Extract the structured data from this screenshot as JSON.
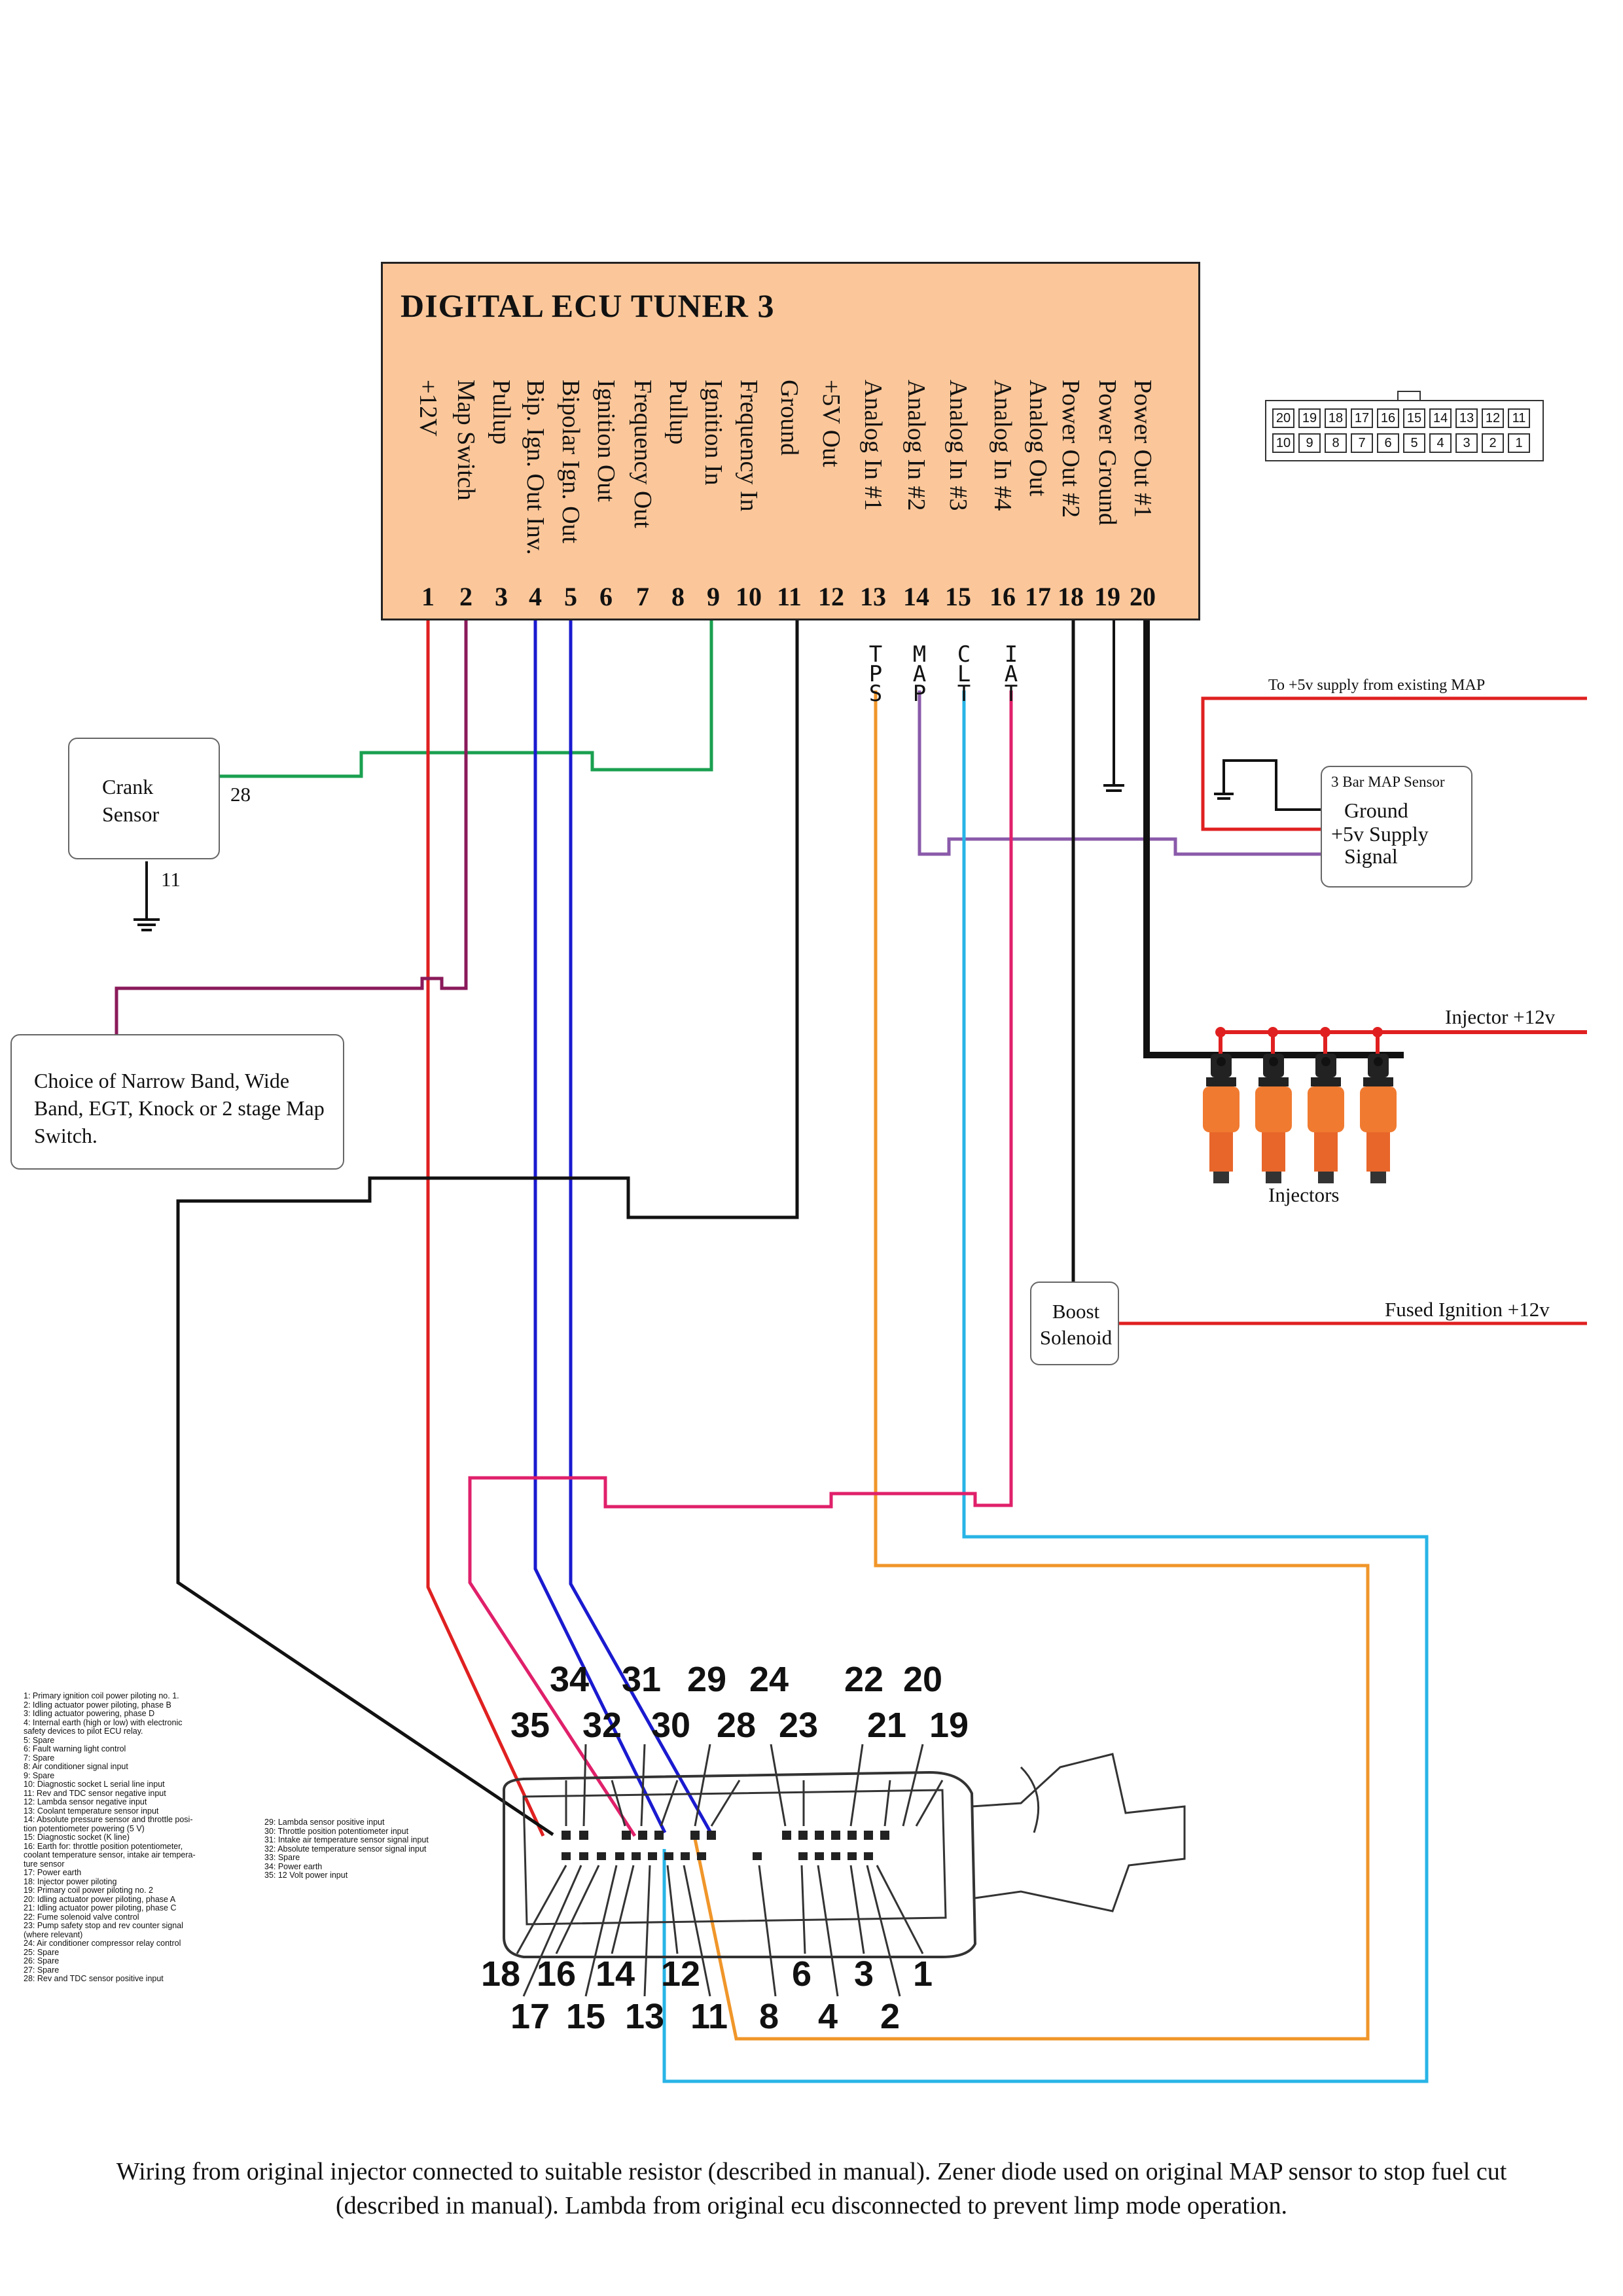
{
  "ecu": {
    "title": "DIGITAL ECU TUNER 3",
    "pins": [
      {
        "num": "1",
        "label": "+12V"
      },
      {
        "num": "2",
        "label": "Map Switch"
      },
      {
        "num": "3",
        "label": "Pullup"
      },
      {
        "num": "4",
        "label": "Bip. Ign. Out Inv."
      },
      {
        "num": "5",
        "label": "Bipolar Ign. Out"
      },
      {
        "num": "6",
        "label": "Ignition Out"
      },
      {
        "num": "7",
        "label": "Frequency Out"
      },
      {
        "num": "8",
        "label": "Pullup"
      },
      {
        "num": "9",
        "label": "Ignition In"
      },
      {
        "num": "10",
        "label": "Frequency In"
      },
      {
        "num": "11",
        "label": "Ground"
      },
      {
        "num": "12",
        "label": "+5V Out"
      },
      {
        "num": "13",
        "label": "Analog In #1"
      },
      {
        "num": "14",
        "label": "Analog In #2"
      },
      {
        "num": "15",
        "label": "Analog In #3"
      },
      {
        "num": "16",
        "label": "Analog In #4"
      },
      {
        "num": "17",
        "label": "Analog Out"
      },
      {
        "num": "18",
        "label": "Power Out #2"
      },
      {
        "num": "19",
        "label": "Power Ground"
      },
      {
        "num": "20",
        "label": "Power Out #1"
      }
    ],
    "sensor_tags": [
      "TPS",
      "MAP",
      "CLT",
      "IAT"
    ]
  },
  "connector_grid": {
    "top_row": [
      "20",
      "19",
      "18",
      "17",
      "16",
      "15",
      "14",
      "13",
      "12",
      "11"
    ],
    "bottom_row": [
      "10",
      "9",
      "8",
      "7",
      "6",
      "5",
      "4",
      "3",
      "2",
      "1"
    ]
  },
  "crank_sensor": {
    "label": "Crank Sensor",
    "wire_28": "28",
    "wire_11": "11"
  },
  "map_sensor": {
    "title": "3 Bar MAP Sensor",
    "ground": "Ground",
    "supply": "+5v Supply",
    "signal": "Signal",
    "supply_note": "To +5v supply from existing MAP"
  },
  "choice_box": {
    "text": "Choice of Narrow Band, Wide Band, EGT, Knock or 2 stage Map Switch."
  },
  "injectors": {
    "label": "Injectors",
    "supply": "Injector +12v"
  },
  "boost": {
    "label": "Boost Solenoid",
    "supply": "Fused Ignition +12v"
  },
  "plug_numbers": {
    "top1": [
      "34",
      "31",
      "29",
      "24",
      "22",
      "20"
    ],
    "top2": [
      "35",
      "32",
      "30",
      "28",
      "23",
      "21",
      "19"
    ],
    "bot1": [
      "18",
      "16",
      "14",
      "12",
      "6",
      "3",
      "1"
    ],
    "bot2": [
      "17",
      "15",
      "13",
      "11",
      "8",
      "4",
      "2"
    ]
  },
  "legend_left": [
    "1: Primary ignition coil power piloting no. 1.",
    "2: Idling actuator power piloting, phase B",
    "3: Idling actuator powering, phase D",
    "4: Internal earth (high or low) with electronic",
    "safety devices to pilot ECU relay.",
    "5: Spare",
    "6: Fault warning light control",
    "7: Spare",
    "8: Air conditioner signal input",
    "9: Spare",
    "10: Diagnostic socket L serial line input",
    "11: Rev and TDC sensor negative input",
    "12: Lambda sensor negative input",
    "13: Coolant temperature sensor input",
    "14: Absolute pressure sensor and throttle posi-",
    "tion potentiometer powering (5 V)",
    "15: Diagnostic socket (K line)",
    "16: Earth for: throttle position potentiometer,",
    "coolant temperature sensor, intake air tempera-",
    "ture sensor",
    "17: Power earth",
    "18: Injector power piloting",
    "19: Primary coil power piloting no. 2",
    "20: Idling actuator power piloting, phase A",
    "21: Idling actuator power piloting, phase C",
    "22: Fume solenoid valve control",
    "23: Pump safety stop and rev counter signal",
    "(where relevant)",
    "24: Air conditioner compressor relay control",
    "25: Spare",
    "26: Spare",
    "27: Spare",
    "28: Rev and TDC sensor positive input"
  ],
  "legend_right": [
    "29: Lambda sensor positive input",
    "30: Throttle position potentiometer input",
    "31: Intake air temperature sensor signal input",
    "32: Absolute temperature sensor signal input",
    "33: Spare",
    "34: Power earth",
    "35: 12 Volt power input"
  ],
  "caption": "Wiring from original injector connected to suitable resistor (described in manual). Zener diode used on original MAP sensor to stop fuel cut (described in manual). Lambda from original ecu disconnected to prevent limp mode  operation.",
  "colors": {
    "ecu_fill": "#fbc79a",
    "red": "#e02020",
    "maroon": "#8a1a5a",
    "blue": "#1a1ad0",
    "green": "#1aa050",
    "orange": "#f0962a",
    "purple": "#8a5aaa",
    "cyan": "#28b4e6",
    "pink": "#e0206a",
    "black": "#111111",
    "injector": "#f07a30"
  }
}
